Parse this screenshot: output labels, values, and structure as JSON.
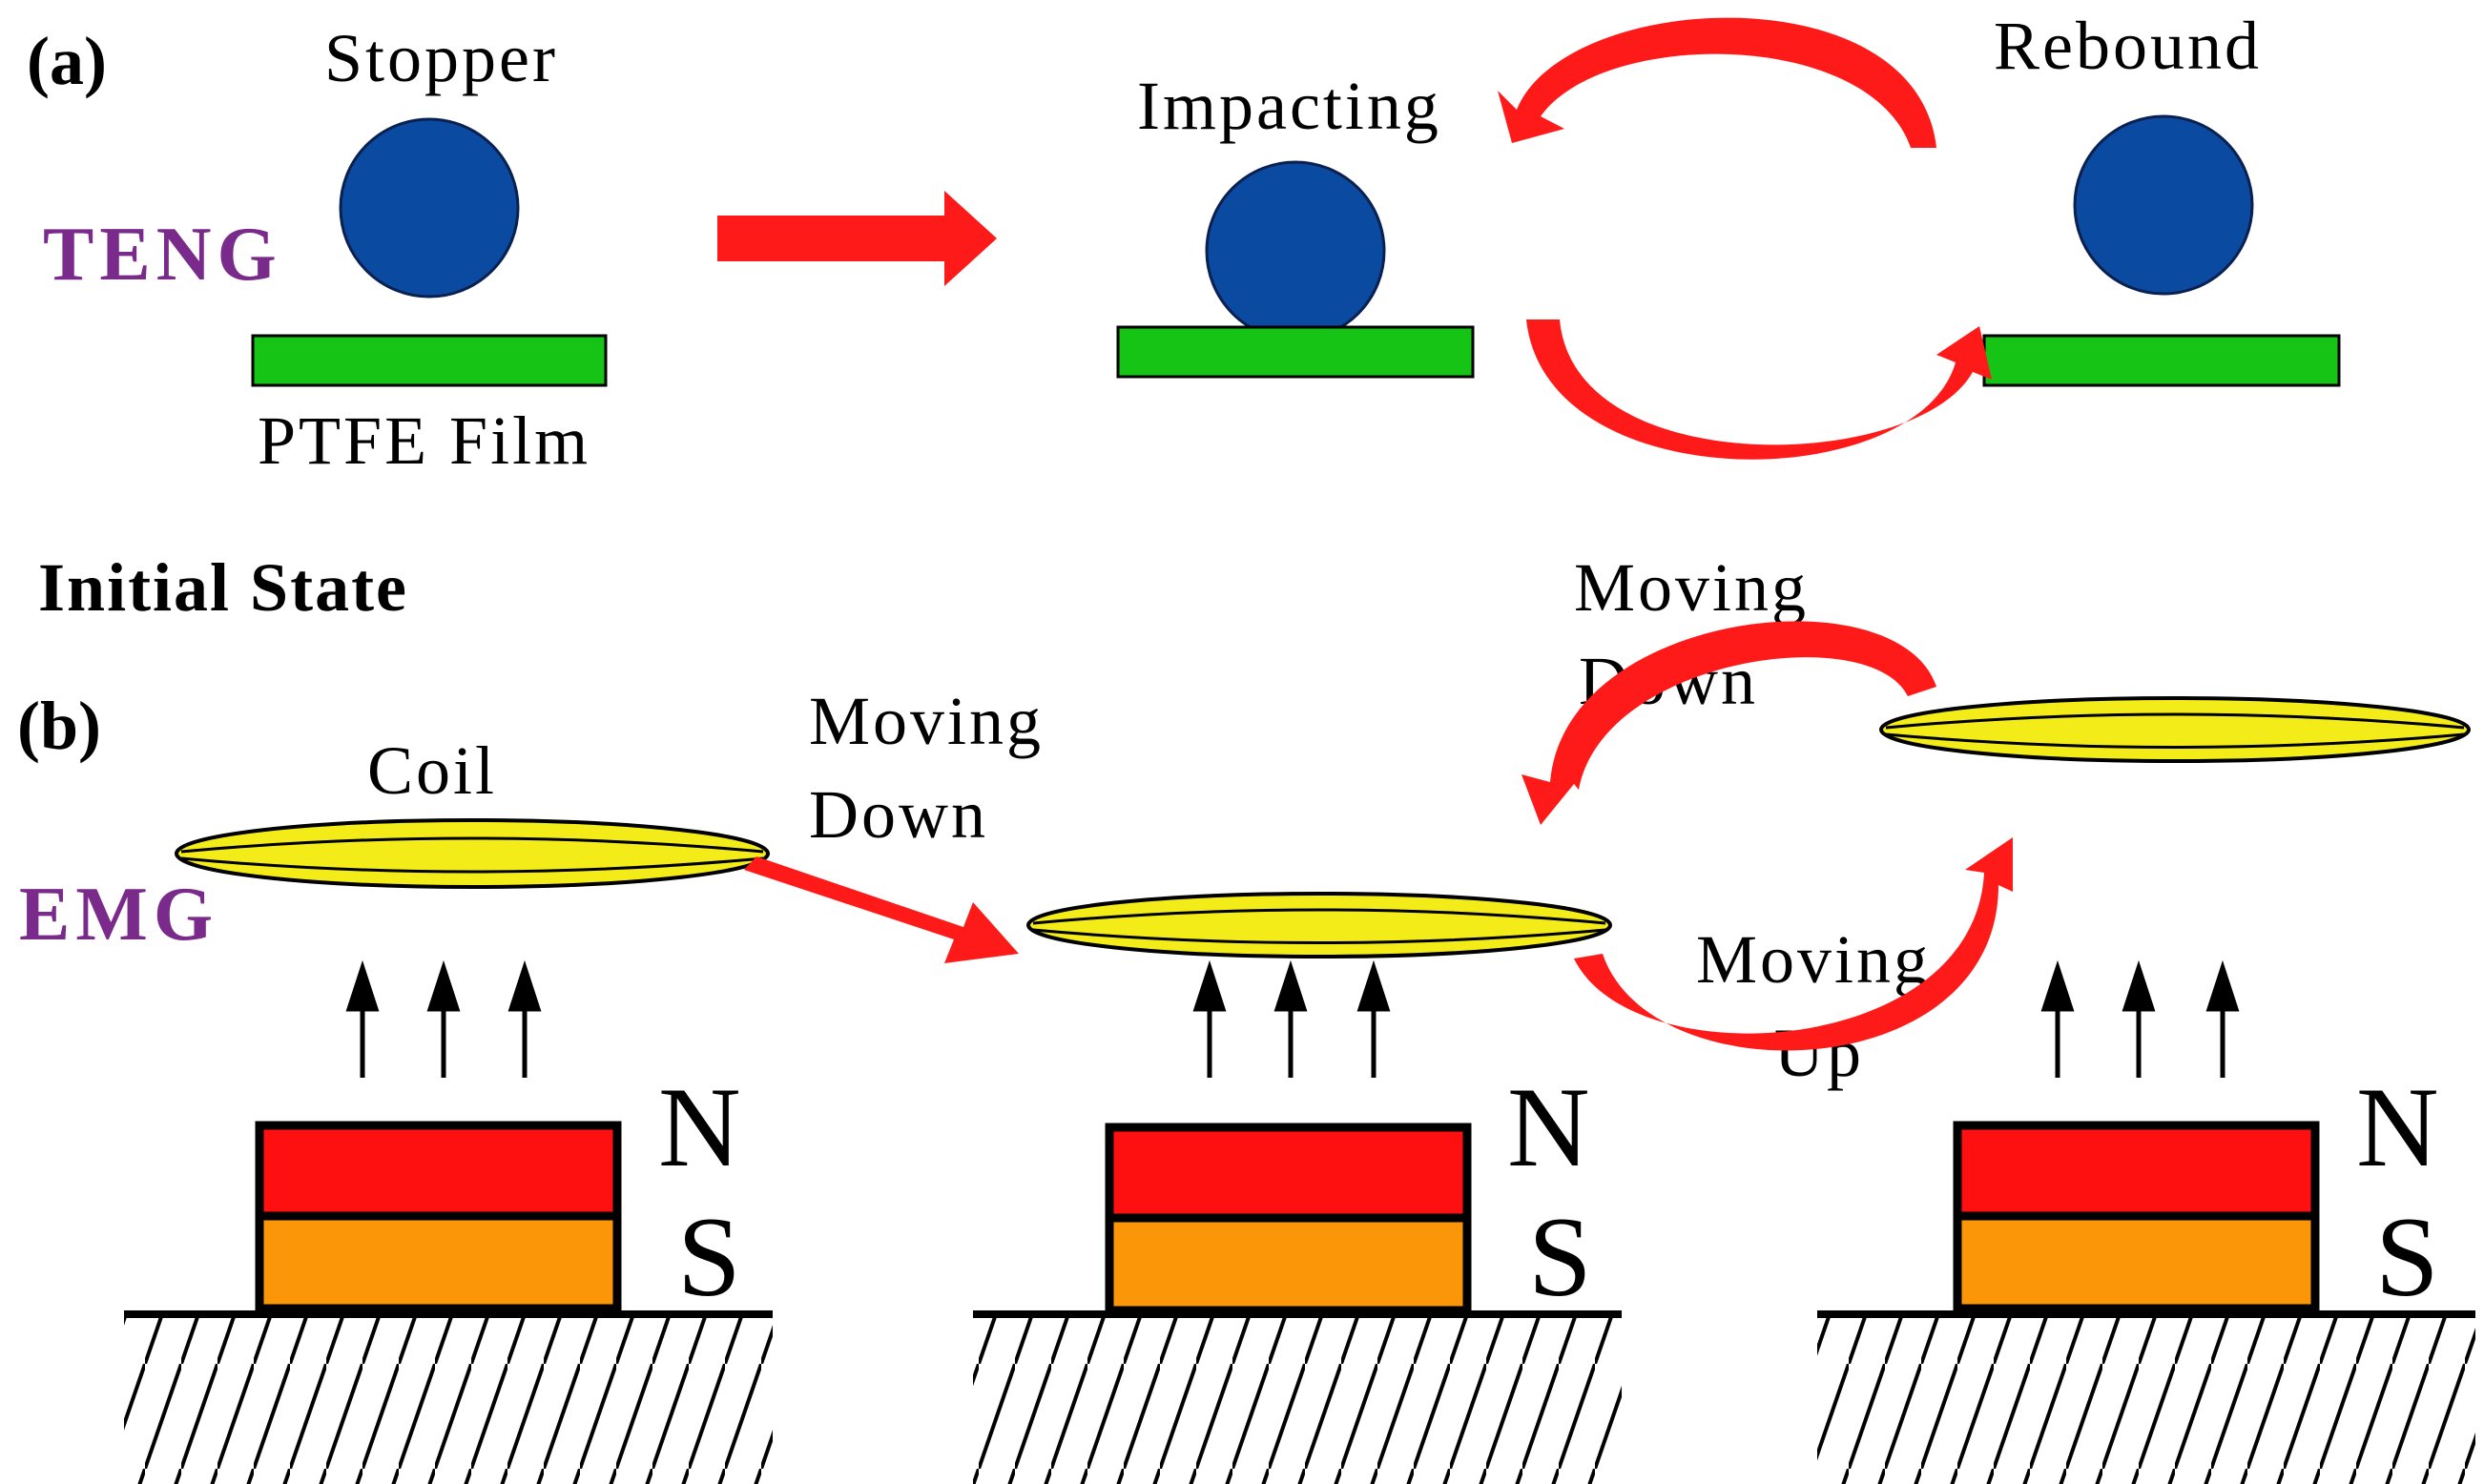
{
  "panel_a": {
    "label": "(a)",
    "system_label": "TENG",
    "stopper_label": "Stopper",
    "film_label": "PTFE Film",
    "impacting_label": "Impacting",
    "rebound_label": "Rebound"
  },
  "middle": {
    "initial_state_label": "Initial State"
  },
  "panel_b": {
    "label": "(b)",
    "system_label": "EMG",
    "coil_label": "Coil",
    "moving_down_1": "Moving",
    "moving_down_2": "Down",
    "moving_down_top_1": "Moving",
    "moving_down_top_2": "Down",
    "moving_up_1": "Moving",
    "moving_up_2": "Up",
    "magnet_n": "N",
    "magnet_s": "S"
  },
  "colors": {
    "ball": "#0a4aa0",
    "film": "#16c416",
    "arrow": "#ff1a1a",
    "coil": "#f4ec18",
    "magnet_n": "#ff1010",
    "magnet_s": "#fa9608",
    "label_purple": "#7a2a8a"
  }
}
